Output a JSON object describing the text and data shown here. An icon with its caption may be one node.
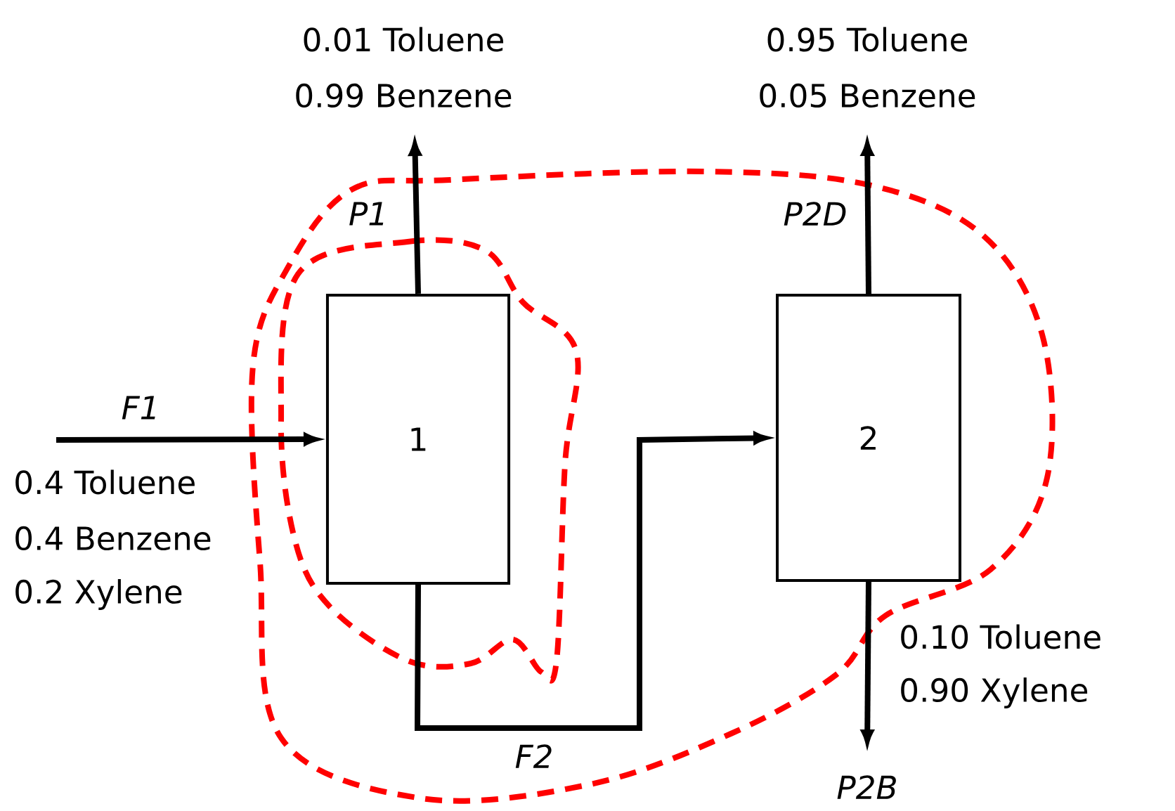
{
  "diagram": {
    "nodes": [
      {
        "text": [
          "1"
        ]
      },
      {
        "text": [
          "2"
        ]
      }
    ],
    "edges": [
      {
        "from": null,
        "to": 0,
        "arrow": "to",
        "label": "F1"
      },
      {
        "from": 0,
        "to": null,
        "arrow": "to",
        "label": "P1"
      },
      {
        "from": 1,
        "to": null,
        "arrow": "to",
        "label": "P2D"
      },
      {
        "from": 0,
        "to": 1,
        "arrow": "to",
        "label": "F2"
      },
      {
        "from": 1,
        "to": null,
        "arrow": "to",
        "label": "P2B"
      }
    ],
    "labels": [
      "0.01 Toluene",
      "0.99 Benzene",
      "0.95 Toluene",
      "0.05 Benzene",
      "0.4 Toluene",
      "0.4 Benzene",
      "0.2 Xylene",
      "0.10 Toluene",
      "0.90 Xylene"
    ]
  }
}
